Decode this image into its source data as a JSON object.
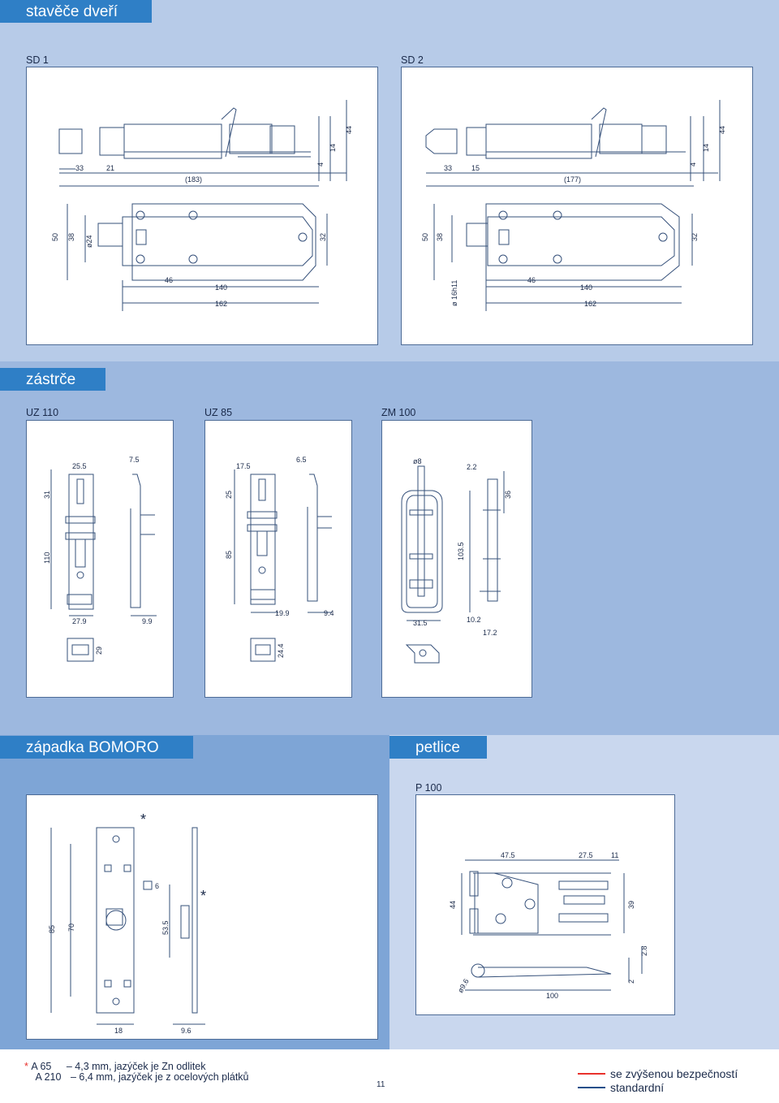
{
  "sections": {
    "stavece": "stavěče dveří",
    "zastrce": "zástrče",
    "zapadka": "západka BOMORO",
    "petlice": "petlice"
  },
  "products": {
    "sd1": "SD 1",
    "sd2": "SD 2",
    "uz110": "UZ 110",
    "uz85": "UZ 85",
    "zm100": "ZM 100",
    "p100": "P 100"
  },
  "dims": {
    "sd1": {
      "d33": "33",
      "d21": "21",
      "d183": "(183)",
      "d4": "4",
      "d14": "14",
      "d44": "44",
      "d50": "50",
      "d38": "38",
      "d24": "ø24",
      "d32": "32",
      "d46": "46",
      "d140": "140",
      "d162": "162"
    },
    "sd2": {
      "d33": "33",
      "d15": "15",
      "d177": "(177)",
      "d4": "4",
      "d14": "14",
      "d44": "44",
      "d50": "50",
      "d38": "38",
      "d32": "32",
      "d16": "ø 16h11",
      "d46": "46",
      "d140": "140",
      "d162": "162"
    },
    "uz110": {
      "d255": "25.5",
      "d75": "7.5",
      "d31": "31",
      "d110": "110",
      "d279": "27.9",
      "d99": "9.9",
      "d29": "29"
    },
    "uz85": {
      "d175": "17.5",
      "d65": "6.5",
      "d25": "25",
      "d85": "85",
      "d199": "19.9",
      "d94": "9.4",
      "d244": "24.4"
    },
    "zm100": {
      "d8": "ø8",
      "d22": "2.2",
      "d36": "36",
      "d1035": "103.5",
      "d315": "31.5",
      "d102": "10.2",
      "d172": "17.2"
    },
    "bomoro": {
      "d85": "85",
      "d70": "70",
      "d6": "6",
      "d535": "53.5",
      "d18": "18",
      "d96": "9.6"
    },
    "p100": {
      "d475": "47.5",
      "d275": "27.5",
      "d11": "11",
      "d44": "44",
      "d39": "39",
      "d28": "2.8",
      "d2": "2",
      "d96": "ø9.6",
      "d100": "100"
    }
  },
  "footnote": {
    "line1_code": "A 65",
    "line1_text": "– 4,3 mm, jazýček je Zn odlitek",
    "line2_code": "A 210",
    "line2_text": "– 6,4 mm, jazýček je z ocelových plátků"
  },
  "page_number": "11",
  "legend": {
    "red_label": "se zvýšenou bezpečností",
    "blue_label": "standardní"
  },
  "colors": {
    "accent": "#2f7fc6",
    "red": "#e8312c",
    "navy": "#1f4f8a",
    "line": "#35507a"
  }
}
